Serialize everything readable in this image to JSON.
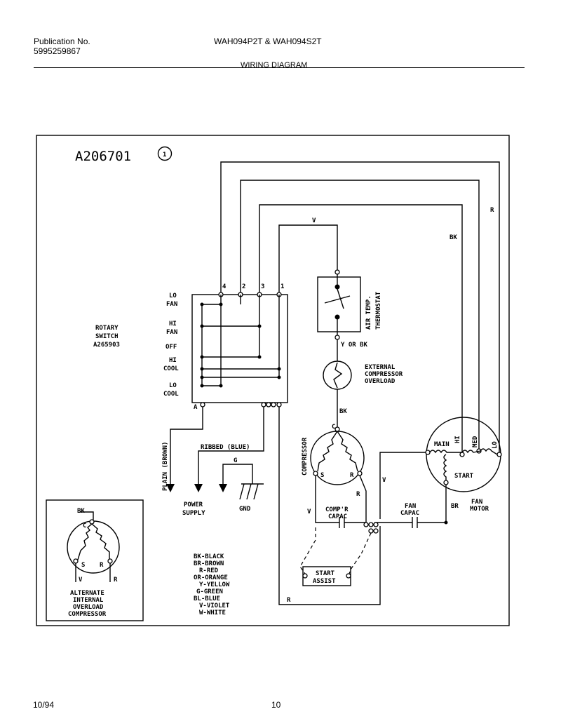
{
  "header": {
    "pub_label": "Publication No.",
    "pub_number": "5995259867",
    "model": "WAH094P2T & WAH094S2T",
    "section_title": "WIRING DIAGRAM"
  },
  "footer": {
    "date": "10/94",
    "page": "10"
  },
  "diagram": {
    "part_number": "A206701",
    "revision": "1",
    "wire_labels": {
      "violet": "V",
      "black": "BK",
      "red": "R",
      "black_2": "BK",
      "violet_2": "V",
      "violet_3": "V",
      "red_2": "R",
      "red_3": "R",
      "brown": "BR",
      "y_or_bk": "Y OR BK",
      "ground": "G"
    },
    "switch": {
      "title_lines": [
        "ROTARY",
        "SWITCH",
        "A265903"
      ],
      "positions": [
        "LO",
        "FAN",
        "HI",
        "FAN",
        "OFF",
        "HI",
        "COOL",
        "LO",
        "COOL"
      ],
      "terminals": [
        "4",
        "2",
        "3",
        "1",
        "A"
      ]
    },
    "thermostat": {
      "lines": [
        "AIR TEMP.",
        "THERMOSTAT"
      ]
    },
    "overload": {
      "lines": [
        "EXTERNAL",
        "COMPRESSOR",
        "OVERLOAD"
      ]
    },
    "compressor": {
      "label": "COMPRESSOR",
      "c": "C",
      "s": "S",
      "r": "R"
    },
    "fan_motor": {
      "main": "MAIN",
      "hi": "HI",
      "med": "MED",
      "lo": "LO",
      "start": "START",
      "line1": "FAN",
      "line2": "MOTOR"
    },
    "compr_capac": [
      "COMP'R",
      "CAPAC"
    ],
    "fan_capac": [
      "FAN",
      "CAPAC"
    ],
    "start_assist": [
      "START",
      "ASSIST"
    ],
    "power": {
      "plain": "PLAIN (BROWN)",
      "ribbed": "RIBBED (BLUE)",
      "supply": [
        "POWER",
        "SUPPLY"
      ],
      "gnd": "GND"
    },
    "alternate": {
      "bk": "BK",
      "c": "C",
      "s": "S",
      "r": "R",
      "v": "V",
      "r2": "R",
      "lines": [
        "ALTERNATE",
        "INTERNAL",
        "OVERLOAD",
        "COMPRESSOR"
      ]
    },
    "legend": [
      "BK-BLACK",
      "BR-BROWN",
      "R-RED",
      "OR-ORANGE",
      "Y-YELLOW",
      "G-GREEN",
      "BL-BLUE",
      "V-VIOLET",
      "W-WHITE"
    ]
  }
}
